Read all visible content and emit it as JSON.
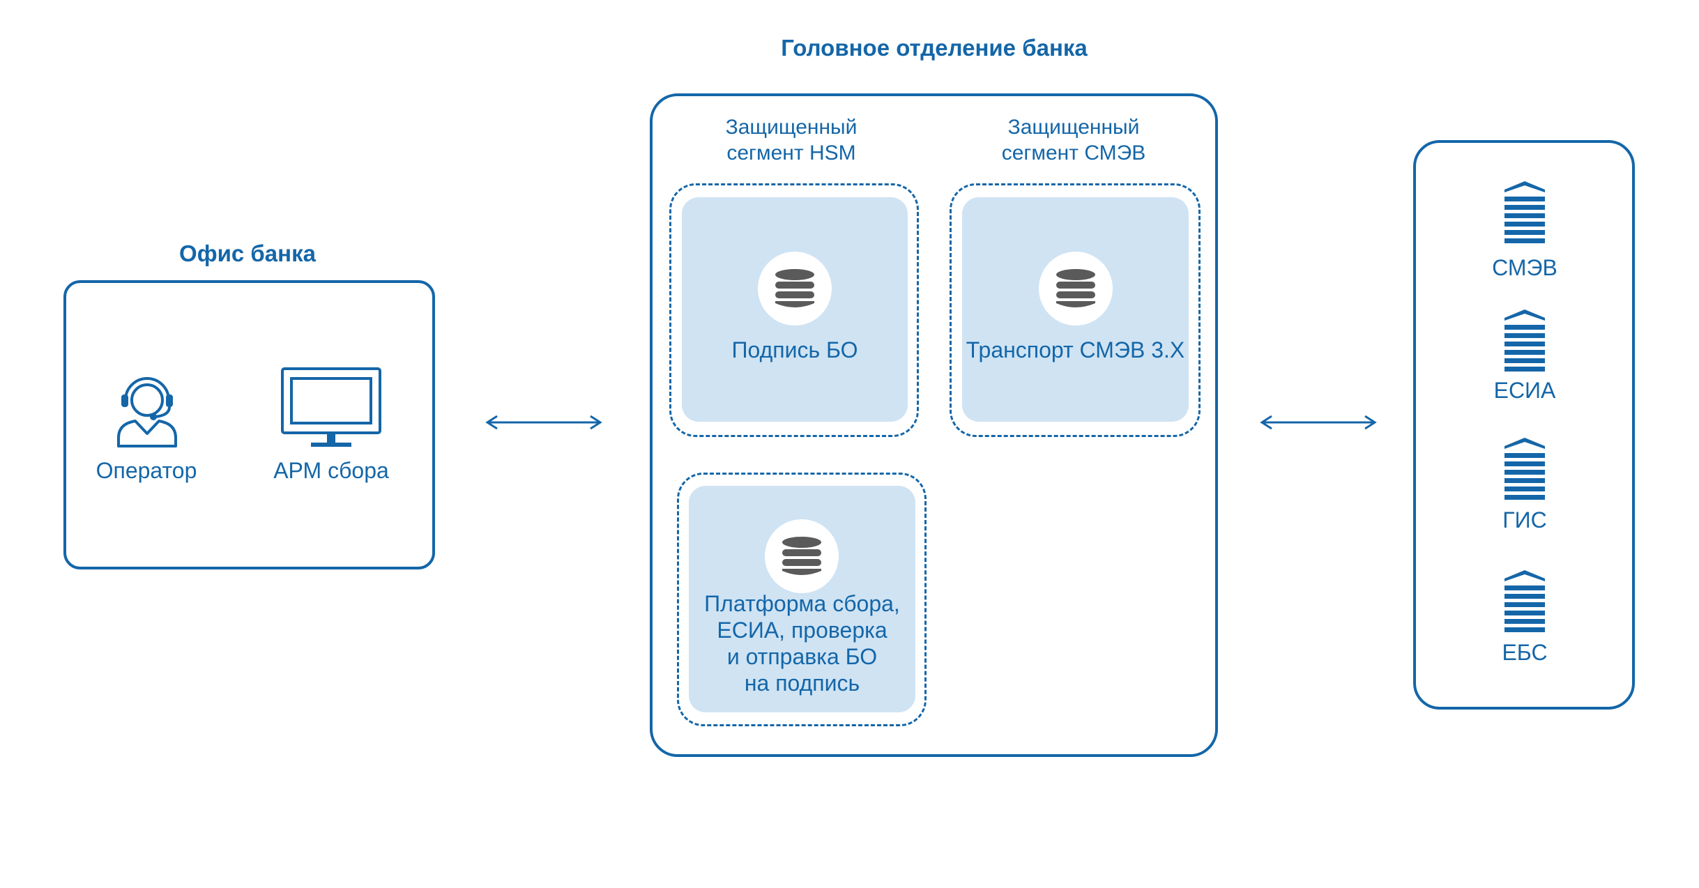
{
  "office": {
    "title": "Офис банка",
    "operator_label": "Оператор",
    "workstation_label": "АРМ сбора"
  },
  "head_office": {
    "title": "Головное отделение банка",
    "segment_hsm": {
      "caption": "Защищенный сегмент HSM",
      "node_label": "Подпись БО"
    },
    "segment_smev": {
      "caption": "Защищенный сегмент СМЭВ",
      "node_label": "Транспорт СМЭВ 3.X"
    },
    "platform": {
      "label_lines": [
        "Платформа сбора,",
        "ЕСИА, проверка",
        "и отправка БО",
        "на подпись"
      ]
    }
  },
  "external_systems": [
    "СМЭВ",
    "ЕСИА",
    "ГИС",
    "ЕБС"
  ],
  "icons": {
    "operator": "operator-headset-icon",
    "workstation": "monitor-icon",
    "node": "database-icon",
    "external": "building-icon",
    "connector": "double-arrow-icon"
  },
  "colors": {
    "accent": "#1466a8",
    "panel_fill": "#cfe3f3",
    "database_icon": "#5a5a5a",
    "background": "#ffffff"
  }
}
